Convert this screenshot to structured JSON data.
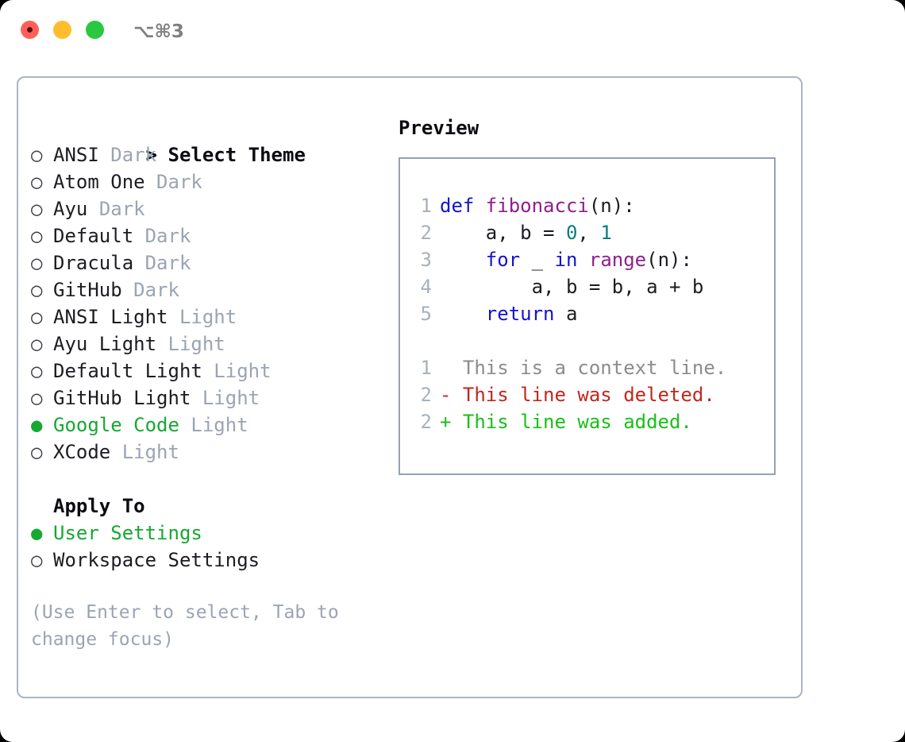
{
  "titlebar": {
    "shortcut": "⌥⌘3",
    "buttons": [
      {
        "name": "close",
        "color": "#ff6059"
      },
      {
        "name": "minimize",
        "color": "#ffbd2e"
      },
      {
        "name": "maximize",
        "color": "#28c93f"
      }
    ]
  },
  "colors": {
    "accent_green": "#16a832",
    "muted": "#9aa4b4",
    "border": "#aab4c4",
    "preview_border": "#94a0b4",
    "keyword": "#1414cc",
    "function": "#8e1f8e",
    "number": "#0b7c7c",
    "diff_removed": "#c0281c",
    "diff_added": "#18c018",
    "diff_context": "#8c8c8c"
  },
  "theme_list": {
    "header_marker": ">",
    "header_label": "Select Theme",
    "marker_selected": "●",
    "marker_unselected": "○",
    "items": [
      {
        "label": "ANSI",
        "variant": "Dark",
        "selected": false
      },
      {
        "label": "Atom One",
        "variant": "Dark",
        "selected": false
      },
      {
        "label": "Ayu",
        "variant": "Dark",
        "selected": false
      },
      {
        "label": "Default",
        "variant": "Dark",
        "selected": false
      },
      {
        "label": "Dracula",
        "variant": "Dark",
        "selected": false
      },
      {
        "label": "GitHub",
        "variant": "Dark",
        "selected": false
      },
      {
        "label": "ANSI Light",
        "variant": "Light",
        "selected": false
      },
      {
        "label": "Ayu Light",
        "variant": "Light",
        "selected": false
      },
      {
        "label": "Default Light",
        "variant": "Light",
        "selected": false
      },
      {
        "label": "GitHub Light",
        "variant": "Light",
        "selected": false
      },
      {
        "label": "Google Code",
        "variant": "Light",
        "selected": true
      },
      {
        "label": "XCode",
        "variant": "Light",
        "selected": false
      }
    ]
  },
  "apply_to": {
    "heading": "Apply To",
    "items": [
      {
        "label": "User Settings",
        "selected": true
      },
      {
        "label": "Workspace Settings",
        "selected": false
      }
    ]
  },
  "hint": "(Use Enter to select, Tab to change focus)",
  "preview": {
    "title": "Preview",
    "code_lines": [
      {
        "number": "1",
        "tokens": [
          {
            "text": "def ",
            "type": "kw"
          },
          {
            "text": "fibonacci",
            "type": "fn"
          },
          {
            "text": "(n):",
            "type": "punct"
          }
        ]
      },
      {
        "number": "2",
        "tokens": [
          {
            "text": "    a, b = ",
            "type": "plain"
          },
          {
            "text": "0",
            "type": "num"
          },
          {
            "text": ", ",
            "type": "plain"
          },
          {
            "text": "1",
            "type": "num"
          }
        ]
      },
      {
        "number": "3",
        "tokens": [
          {
            "text": "    ",
            "type": "plain"
          },
          {
            "text": "for",
            "type": "kw"
          },
          {
            "text": " _ ",
            "type": "plain"
          },
          {
            "text": "in",
            "type": "kw"
          },
          {
            "text": " ",
            "type": "plain"
          },
          {
            "text": "range",
            "type": "fn"
          },
          {
            "text": "(n):",
            "type": "punct"
          }
        ]
      },
      {
        "number": "4",
        "tokens": [
          {
            "text": "        a, b = b, a + b",
            "type": "plain"
          }
        ]
      },
      {
        "number": "5",
        "tokens": [
          {
            "text": "    ",
            "type": "plain"
          },
          {
            "text": "return",
            "type": "kw"
          },
          {
            "text": " a",
            "type": "plain"
          }
        ]
      }
    ],
    "diff_lines": [
      {
        "number": "1",
        "sign": " ",
        "text": " This is a context line.",
        "type": "ctx"
      },
      {
        "number": "2",
        "sign": "-",
        "text": " This line was deleted.",
        "type": "del"
      },
      {
        "number": "2",
        "sign": "+",
        "text": " This line was added.",
        "type": "add"
      }
    ]
  }
}
